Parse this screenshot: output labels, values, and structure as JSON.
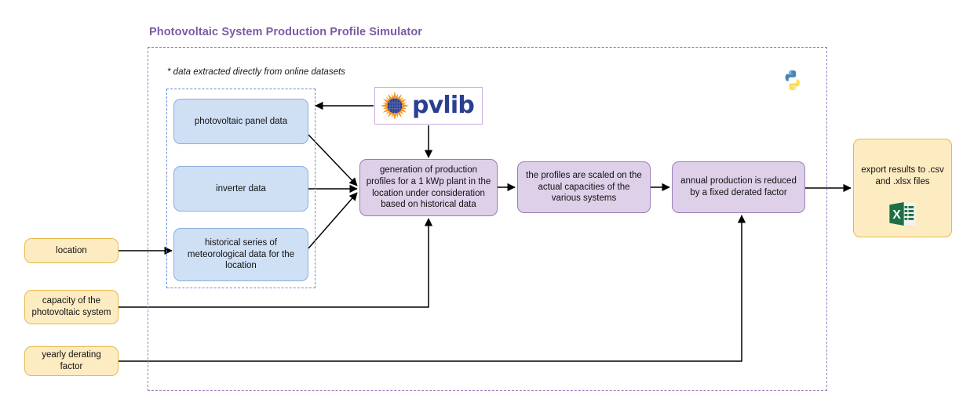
{
  "diagram": {
    "title": "Photovoltaic System Production Profile Simulator",
    "note": "* data extracted directly from online datasets"
  },
  "colors": {
    "title": "#7b5aa6",
    "outer_border": "#a07cc0",
    "group_border": "#6a8fd0",
    "data_fill": "#cfe0f5",
    "data_border": "#8aaedd",
    "process_fill": "#ddd0e8",
    "process_border": "#9b7bb8",
    "input_fill": "#fdecc2",
    "input_border": "#e8b84a",
    "pvlib_text": "#2b3f91",
    "pvlib_sun": "#f5a623",
    "excel_green": "#1d7044",
    "python_blue": "#4584b6",
    "python_yellow": "#ffde57",
    "edge": "#000000"
  },
  "data_sources": [
    {
      "id": "panel-data",
      "label": "photovoltaic panel data"
    },
    {
      "id": "inverter-data",
      "label": "inverter data"
    },
    {
      "id": "meteo-data",
      "label": "historical series of meteorological data for the location"
    }
  ],
  "processes": [
    {
      "id": "generation",
      "label": "generation of production profiles for a 1 kWp plant in the location under consideration based on historical data"
    },
    {
      "id": "scaling",
      "label": "the profiles are scaled on the actual capacities of the various systems"
    },
    {
      "id": "derating",
      "label": "annual production is reduced by a fixed derated factor"
    }
  ],
  "inputs": [
    {
      "id": "location",
      "label": "location"
    },
    {
      "id": "capacity",
      "label": "capacity of the photovoltaic system"
    },
    {
      "id": "derating-factor",
      "label": "yearly derating factor"
    }
  ],
  "output": {
    "label": "export results to .csv and .xlsx files",
    "icon": "excel-icon"
  },
  "library": {
    "name": "pvlib",
    "icon": "pvlib-sun-icon"
  },
  "runtime": {
    "name": "python-logo",
    "icon": "python-icon"
  }
}
